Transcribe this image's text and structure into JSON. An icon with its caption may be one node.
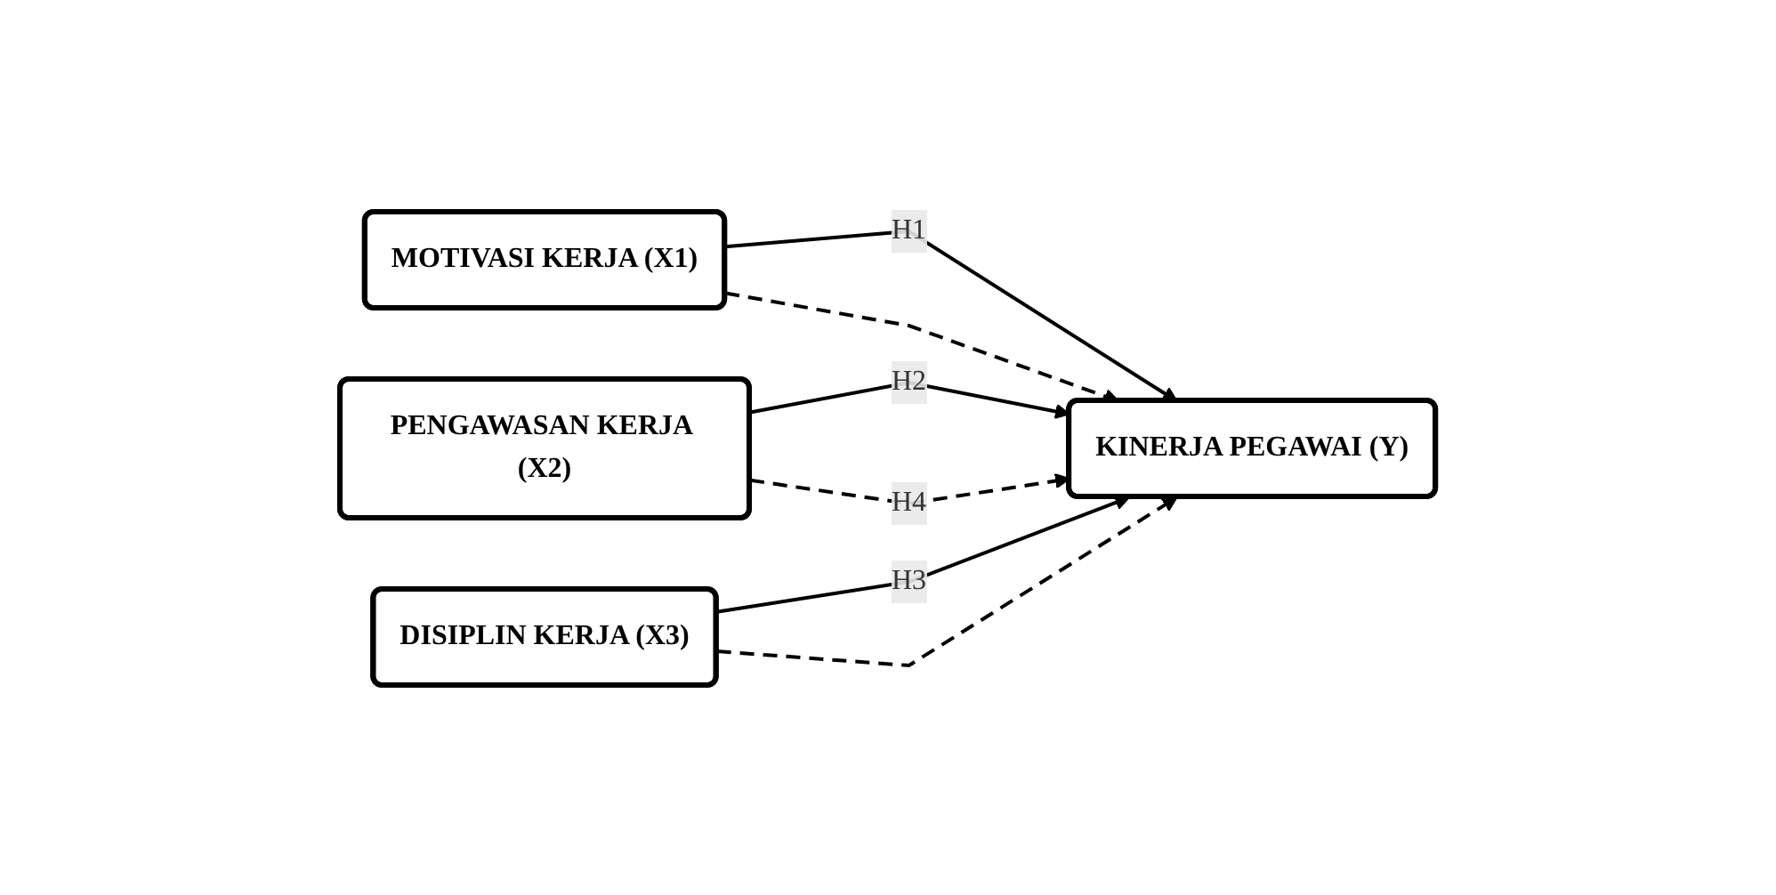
{
  "diagram": {
    "nodes": [
      {
        "text": [
          "MOTIVASI KERJA (X1)"
        ]
      },
      {
        "text": [
          "PENGAWASAN KERJA (X2)"
        ]
      },
      {
        "text": [
          "DISIPLIN KERJA (X3)"
        ]
      },
      {
        "text": [
          "KINERJA PEGAWAI (Y)"
        ]
      }
    ],
    "edges": [
      {
        "from": 0,
        "to": 3,
        "arrow": "to",
        "label": "H1"
      },
      {
        "from": 1,
        "to": 3,
        "arrow": "to",
        "label": "H2"
      },
      {
        "from": 2,
        "to": 3,
        "arrow": "to",
        "label": "H3"
      },
      {
        "from": 0,
        "to": 3,
        "arrow": "to",
        "style": "dashed"
      },
      {
        "from": 1,
        "to": 3,
        "arrow": "to",
        "style": "dashed",
        "label": "H4"
      },
      {
        "from": 2,
        "to": 3,
        "arrow": "to",
        "style": "dashed"
      }
    ]
  }
}
